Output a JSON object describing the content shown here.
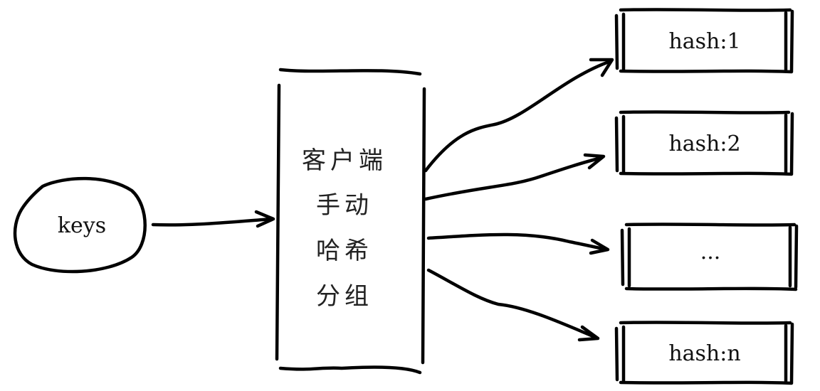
{
  "source": {
    "label": "keys"
  },
  "processor": {
    "lines": [
      "客户端",
      "手动",
      "哈希",
      "分组"
    ]
  },
  "targets": [
    {
      "label": "hash:1"
    },
    {
      "label": "hash:2"
    },
    {
      "label": "..."
    },
    {
      "label": "hash:n"
    }
  ]
}
